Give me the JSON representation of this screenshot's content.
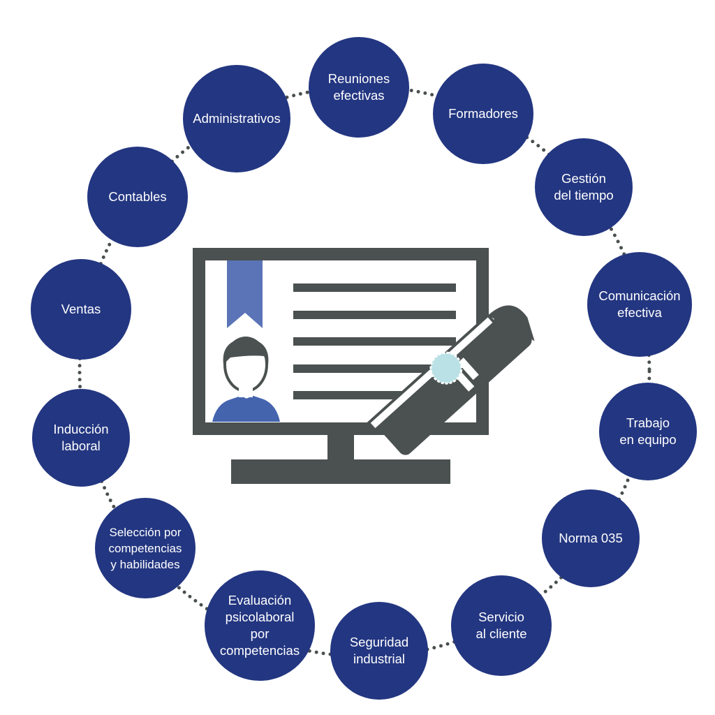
{
  "colors": {
    "node": "#233681",
    "dots": "#4a4f4f",
    "monitor": "#4a5150",
    "ribbon": "#5b74b8",
    "shirt": "#4464ae",
    "seal": "#b9e1e6"
  },
  "center_icon": "monitor-with-certificate-and-diploma-icon",
  "topics": [
    {
      "label": "Reuniones\nefectivas"
    },
    {
      "label": "Formadores"
    },
    {
      "label": "Gestión\ndel tiempo"
    },
    {
      "label": "Comunicación\nefectiva"
    },
    {
      "label": "Trabajo\nen equipo"
    },
    {
      "label": "Norma 035"
    },
    {
      "label": "Servicio\nal cliente"
    },
    {
      "label": "Seguridad\nindustrial"
    },
    {
      "label": "Evaluación\npsicolaboral\npor\ncompetencias"
    },
    {
      "label": "Selección por\ncompetencias\ny habilidades"
    },
    {
      "label": "Inducción\nlaboral"
    },
    {
      "label": "Ventas"
    },
    {
      "label": "Contables"
    },
    {
      "label": "Administrativos"
    }
  ]
}
